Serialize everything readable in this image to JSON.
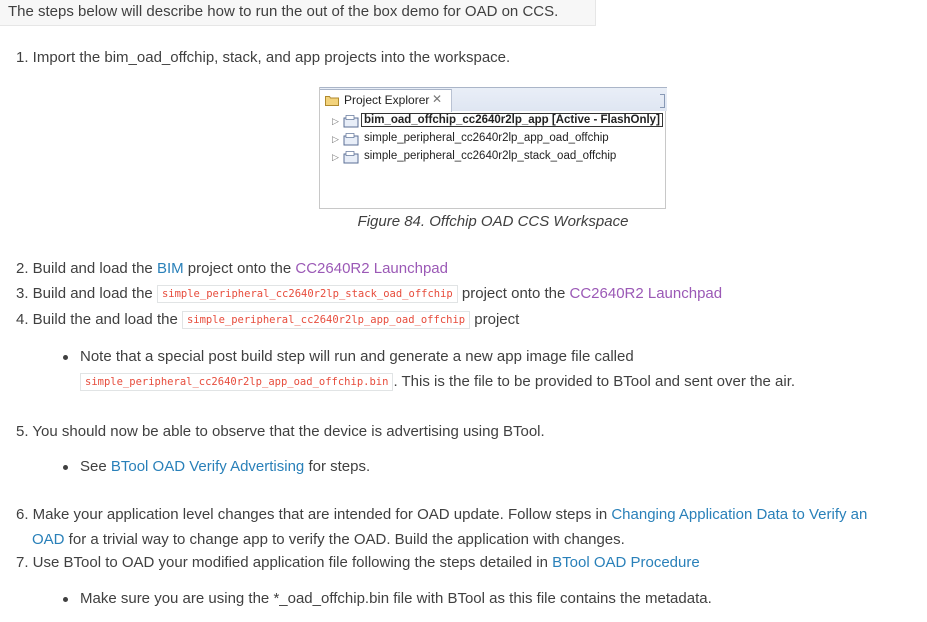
{
  "intro": "The steps below will describe how to run the out of the box demo for OAD on CCS.",
  "step1": "1. Import the bim_oad_offchip, stack, and app projects into the workspace.",
  "figure": {
    "tab_title": "Project Explorer",
    "close_glyph": "✕",
    "projects": [
      "bim_oad_offchip_cc2640r2lp_app  [Active - FlashOnly]",
      "simple_peripheral_cc2640r2lp_app_oad_offchip",
      "simple_peripheral_cc2640r2lp_stack_oad_offchip"
    ],
    "caption": "Figure 84. Offchip OAD CCS Workspace"
  },
  "step2": {
    "a": "2. Build and load the ",
    "link1": "BIM",
    "b": " project onto the ",
    "link2": "CC2640R2 Launchpad"
  },
  "step3": {
    "a": "3. Build and load the ",
    "code": "simple_peripheral_cc2640r2lp_stack_oad_offchip",
    "b": " project onto the ",
    "link": "CC2640R2 Launchpad"
  },
  "step4": {
    "a": "4. Build the and load the ",
    "code": "simple_peripheral_cc2640r2lp_app_oad_offchip",
    "b": " project"
  },
  "note": {
    "line1": "Note that a special post build step will run and generate a new app image file called",
    "code": "simple_peripheral_cc2640r2lp_app_oad_offchip.bin",
    "line2": ". This is the file to be provided to BTool and sent over the air."
  },
  "step5": "5. You should now be able to observe that the device is advertising using BTool.",
  "bullet5": {
    "a": "See ",
    "link": "BTool OAD Verify Advertising",
    "b": " for steps."
  },
  "step6": {
    "a": "6. Make your application level changes that are intended for OAD update. Follow steps in ",
    "link": "Changing Application Data to Verify an",
    "link2": "OAD",
    "b": " for a trivial way to change app to verify the OAD. Build the application with changes."
  },
  "step7": {
    "a": "7. Use BTool to OAD your modified application file following the steps detailed in ",
    "link": "BTool OAD Procedure"
  },
  "bullet7": "Make sure you are using the *_oad_offchip.bin file with BTool as this file contains the metadata."
}
